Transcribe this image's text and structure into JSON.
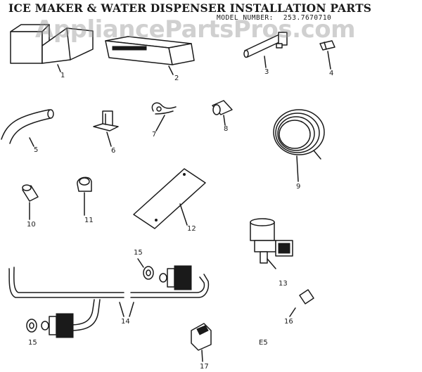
{
  "diagram": {
    "title": "ICE MAKER & WATER DISPENSER INSTALLATION PARTS",
    "model_label": "MODEL NUMBER:",
    "model_number": "253.7670710",
    "watermark": "AppliancePartsPros.com",
    "section_code": "E5",
    "part_numbers": [
      "1",
      "2",
      "3",
      "4",
      "5",
      "6",
      "7",
      "8",
      "9",
      "10",
      "11",
      "12",
      "13",
      "14",
      "15",
      "15",
      "16",
      "17"
    ]
  }
}
